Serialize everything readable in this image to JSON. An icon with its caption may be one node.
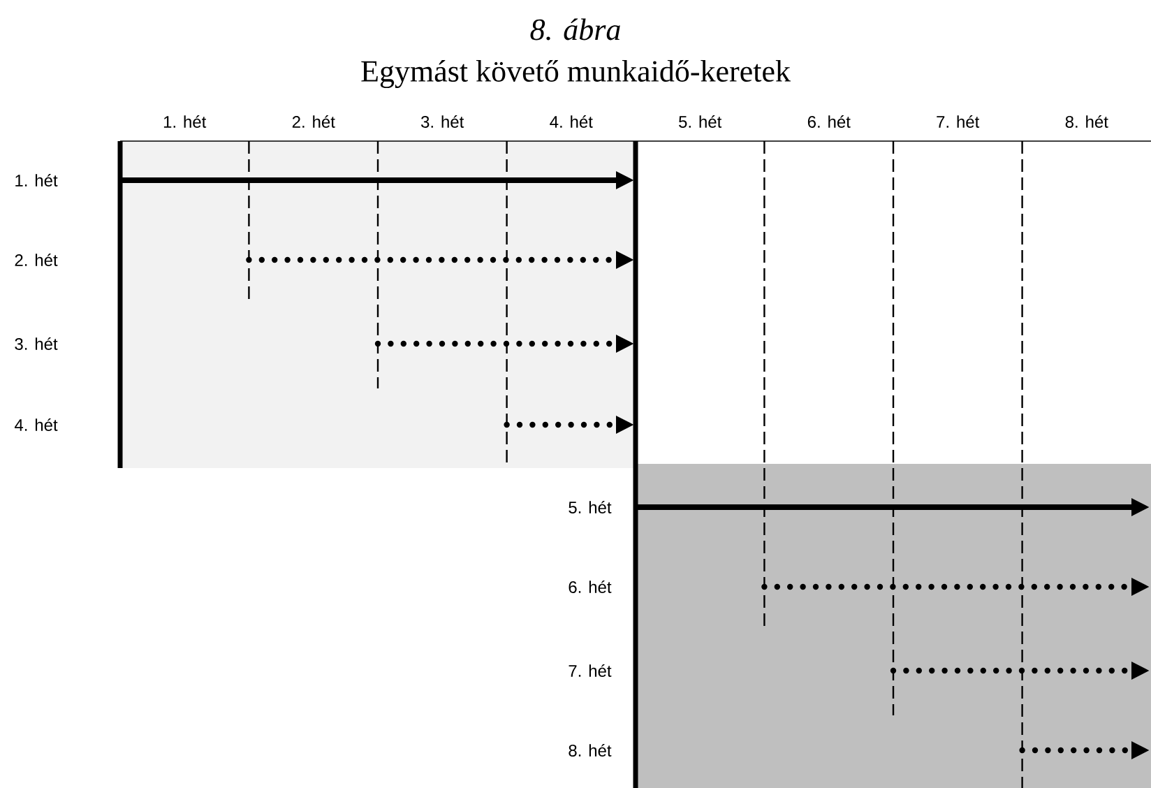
{
  "diagram": {
    "title": "Egymást követő munkaidő-keretek",
    "labels": [
      "8. ábra",
      "1. hét",
      "2. hét",
      "3. hét",
      "4. hét",
      "5. hét",
      "6. hét",
      "7. hét",
      "8. hét",
      "1. hét",
      "2. hét",
      "3. hét",
      "4. hét",
      "5. hét",
      "6. hét",
      "7. hét",
      "8. hét"
    ]
  }
}
